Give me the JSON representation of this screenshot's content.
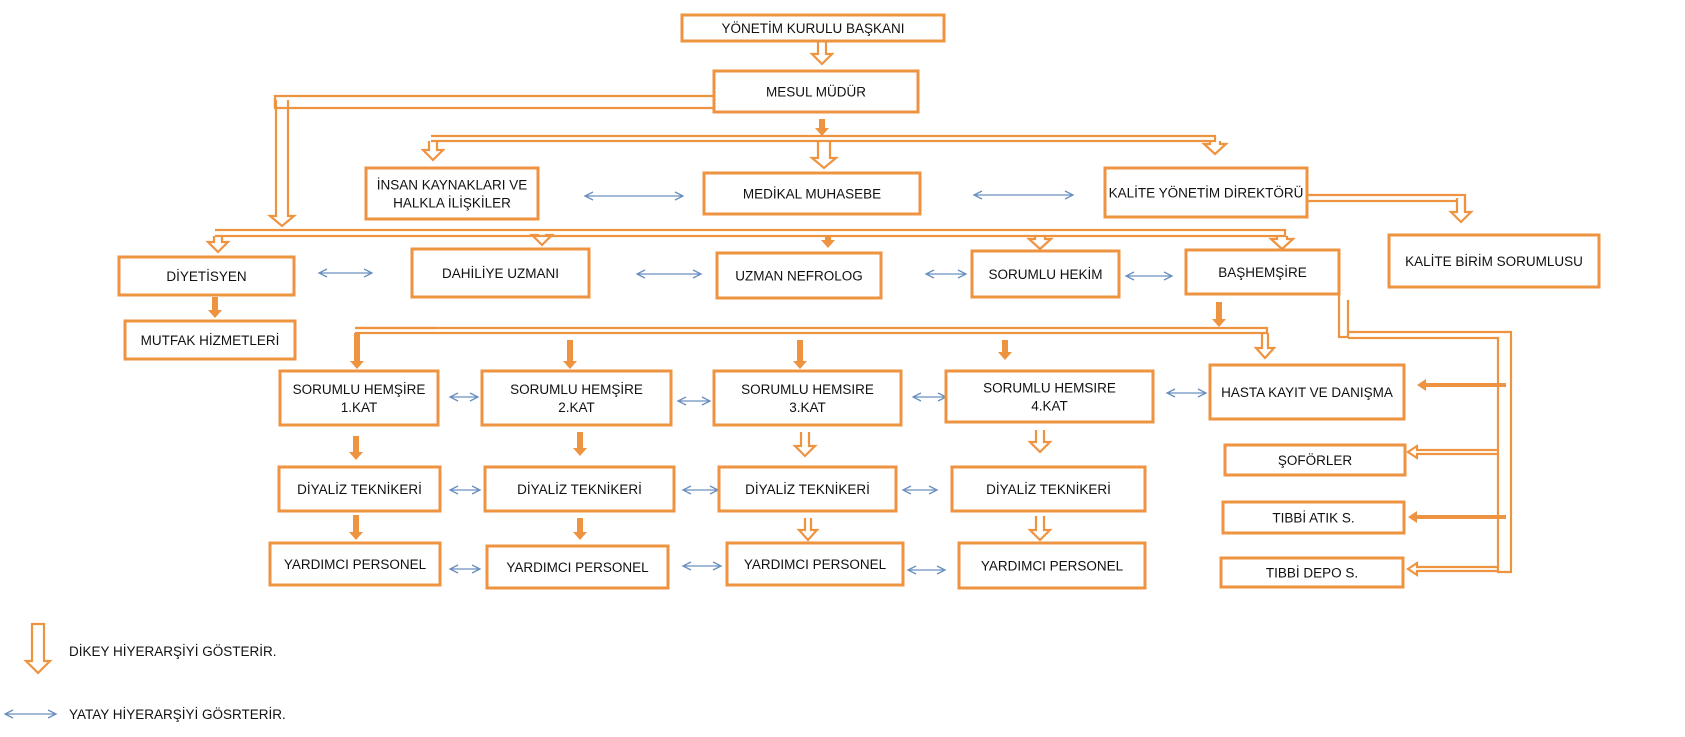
{
  "colors": {
    "box_border": "#ee9340",
    "horizontal_arrow": "#6a8fbf",
    "text": "#111111"
  },
  "nodes": {
    "yk_baskani": "YÖNETİM  KURULU BAŞKANI",
    "mesul_mudur": "MESUL MÜDÜR",
    "insan_kaynaklari": [
      "İNSAN KAYNAKLARI VE",
      "HALKLA İLİŞKİLER"
    ],
    "medikal_muhasebe": "MEDİKAL MUHASEBE",
    "kalite_direktoru": "KALİTE YÖNETİM DİREKTÖRÜ",
    "kalite_birim": "KALİTE BİRİM SORUMLUSU",
    "diyetisyen": "DİYETİSYEN",
    "mutfak": "MUTFAK HİZMETLERİ",
    "dahiliye": "DAHİLİYE UZMANI",
    "nefrolog": "UZMAN NEFROLOG",
    "sorumlu_hekim": "SORUMLU HEKİM",
    "bashemsire": "BAŞHEMŞİRE",
    "hemsire_1": [
      "SORUMLU HEMŞİRE",
      "1.KAT"
    ],
    "hemsire_2": [
      "SORUMLU HEMŞİRE",
      "2.KAT"
    ],
    "hemsire_3": [
      "SORUMLU HEMSIRE",
      "3.KAT"
    ],
    "hemsire_4": [
      "SORUMLU HEMSIRE",
      "4.KAT"
    ],
    "hasta_kayit": "HASTA KAYIT VE DANIŞMA",
    "tekniker_1": "DİYALİZ TEKNİKERİ",
    "tekniker_2": "DİYALİZ TEKNİKERİ",
    "tekniker_3": "DİYALİZ TEKNİKERİ",
    "tekniker_4": "DİYALİZ TEKNİKERİ",
    "personel_1": "YARDIMCI PERSONEL",
    "personel_2": "YARDIMCI PERSONEL",
    "personel_3": "YARDIMCI PERSONEL",
    "personel_4": "YARDIMCI PERSONEL",
    "soforler": "ŞOFÖRLER",
    "tibbi_atik": "TIBBİ ATIK S.",
    "tibbi_depo": "TIBBİ DEPO S."
  },
  "legend": {
    "vertical": "DİKEY HİYERARŞİYİ GÖSTERİR.",
    "horizontal": "YATAY HİYERARŞİYİ GÖSRTERİR."
  }
}
